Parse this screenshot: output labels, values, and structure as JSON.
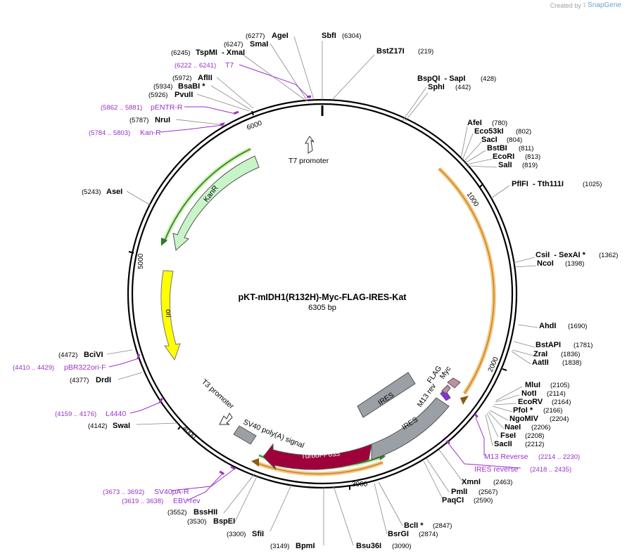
{
  "credit": {
    "prefix": "Created by",
    "brand": "SnapGene"
  },
  "map": {
    "name": "pKT-mIDH1(R132H)-Myc-FLAG-IRES-Kat",
    "size": "6305 bp",
    "ticks": [
      "1000",
      "2000",
      "3000",
      "4000",
      "5000",
      "6000"
    ]
  },
  "sites": [
    {
      "name": "SbfI",
      "pos": "(6304)"
    },
    {
      "name": "BstZ17I",
      "pos": "(219)"
    },
    {
      "name": "BspQI  - SapI",
      "pos": "(428)"
    },
    {
      "name": "SphI",
      "pos": "(442)"
    },
    {
      "name": "AfeI",
      "pos": "(780)"
    },
    {
      "name": "Eco53kI",
      "pos": "(802)"
    },
    {
      "name": "SacI",
      "pos": "(804)"
    },
    {
      "name": "BstBI",
      "pos": "(811)"
    },
    {
      "name": "EcoRI",
      "pos": "(813)"
    },
    {
      "name": "SalI",
      "pos": "(819)"
    },
    {
      "name": "PflFI  - Tth111I",
      "pos": "(1025)"
    },
    {
      "name": "CsiI  - SexAI *",
      "pos": "(1362)"
    },
    {
      "name": "NcoI",
      "pos": "(1398)"
    },
    {
      "name": "AhdI",
      "pos": "(1690)"
    },
    {
      "name": "BstAPI",
      "pos": "(1781)"
    },
    {
      "name": "ZraI",
      "pos": "(1836)"
    },
    {
      "name": "AatII",
      "pos": "(1838)"
    },
    {
      "name": "MluI",
      "pos": "(2105)"
    },
    {
      "name": "NotI",
      "pos": "(2114)"
    },
    {
      "name": "EcoRV",
      "pos": "(2164)"
    },
    {
      "name": "PfoI *",
      "pos": "(2166)"
    },
    {
      "name": "NgoMIV",
      "pos": "(2204)"
    },
    {
      "name": "NaeI",
      "pos": "(2206)"
    },
    {
      "name": "FseI",
      "pos": "(2208)"
    },
    {
      "name": "SacII",
      "pos": "(2212)"
    },
    {
      "name": "XmnI",
      "pos": "(2463)"
    },
    {
      "name": "PmlI",
      "pos": "(2567)"
    },
    {
      "name": "PaqCI",
      "pos": "(2590)"
    },
    {
      "name": "BclI *",
      "pos": "(2847)"
    },
    {
      "name": "BsrGI",
      "pos": "(2874)"
    },
    {
      "name": "Bsu36I",
      "pos": "(3090)"
    },
    {
      "name": "BpmI",
      "pos": "(3149)"
    },
    {
      "name": "SfiI",
      "pos": "(3300)"
    },
    {
      "name": "BspEI",
      "pos": "(3530)"
    },
    {
      "name": "BssHII",
      "pos": "(3552)"
    },
    {
      "name": "SwaI",
      "pos": "(4142)"
    },
    {
      "name": "DrdI",
      "pos": "(4377)"
    },
    {
      "name": "BciVI",
      "pos": "(4472)"
    },
    {
      "name": "AseI",
      "pos": "(5243)"
    },
    {
      "name": "NruI",
      "pos": "(5787)"
    },
    {
      "name": "PvuII",
      "pos": "(5926)"
    },
    {
      "name": "BsaBI *",
      "pos": "(5934)"
    },
    {
      "name": "AflII",
      "pos": "(5972)"
    },
    {
      "name": "TspMI  - XmaI",
      "pos": "(6245)"
    },
    {
      "name": "SmaI",
      "pos": "(6247)"
    },
    {
      "name": "AgeI",
      "pos": "(6277)"
    }
  ],
  "primers": [
    {
      "name": "T7",
      "range": "(6222 .. 6241)"
    },
    {
      "name": "pENTR-R",
      "range": "(5862 .. 5881)"
    },
    {
      "name": "Kan-R",
      "range": "(5784 .. 5803)"
    },
    {
      "name": "M13 Reverse",
      "range": "(2214 .. 2230)"
    },
    {
      "name": "IRES reverse",
      "range": "(2418 .. 2435)"
    },
    {
      "name": "pBR322ori-F",
      "range": "(4410 .. 4429)"
    },
    {
      "name": "L4440",
      "range": "(4159 .. 4176)"
    },
    {
      "name": "SV40pA-R",
      "range": "(3673 .. 3692)"
    },
    {
      "name": "EBV-rev",
      "range": "(3619 .. 3638)"
    }
  ],
  "features": {
    "t7_promoter": "T7 promoter",
    "kanr": "KanR",
    "ori": "ori",
    "t3_promoter": "T3 promoter",
    "sv40": "SV40 poly(A) signal",
    "turbofp": "TurboFP635",
    "ires_inner": "IRES",
    "ires_outer": "IRES",
    "m13rev": "M13 rev",
    "flag": "FLAG",
    "myc": "Myc"
  },
  "colors": {
    "backbone": "#000000",
    "kanr": "#c8f5c8",
    "ori": "#ffff00",
    "turbofp": "#a0003a",
    "ires": "#9aa0a6",
    "orange_orf": "#f5a623",
    "green_orf": "#3a9a3a",
    "primer": "#9b30c8",
    "tag": "#c090a0"
  }
}
